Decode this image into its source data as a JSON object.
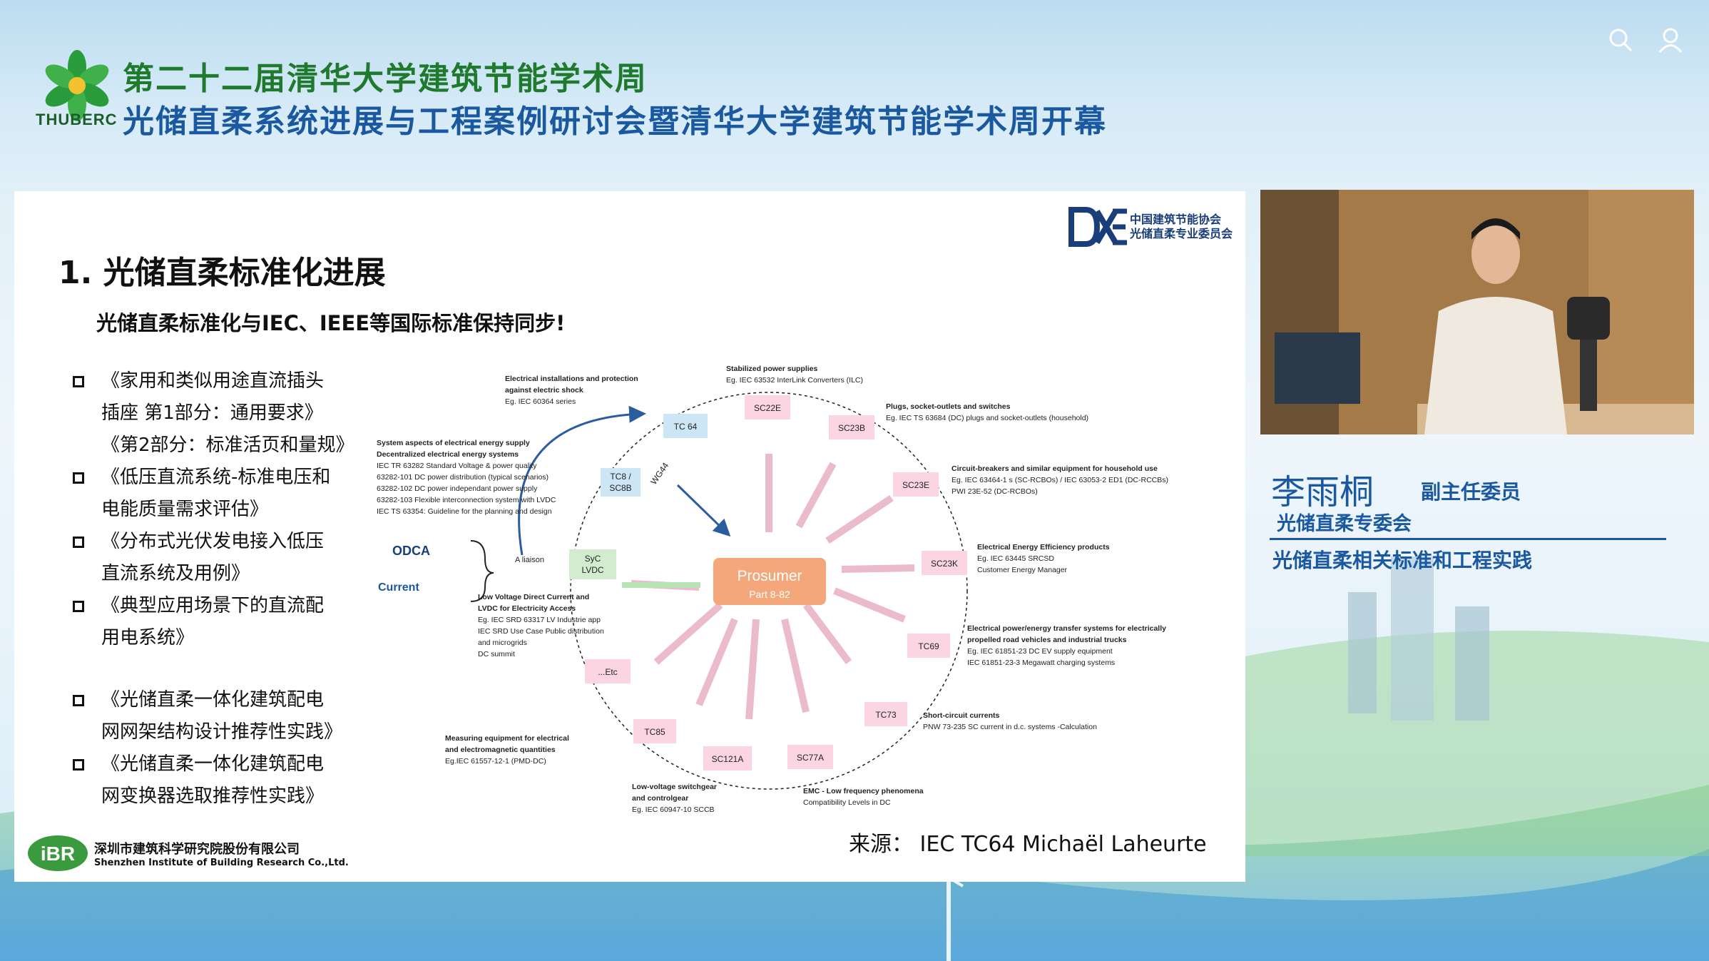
{
  "header": {
    "logo_text": "THUBERC",
    "title_line1": "第二十二届清华大学建筑节能学术周",
    "title_line2": "光储直柔系统进展与工程案例研讨会暨清华大学建筑节能学术周开幕"
  },
  "top_icons": [
    "search-icon",
    "user-icon"
  ],
  "slide": {
    "heading": "1.  光储直柔标准化进展",
    "subheading": "光储直柔标准化与IEC、IEEE等国际标准保持同步!",
    "bullets": [
      [
        "《家用和类似用途直流插头",
        "插座 第1部分：通用要求》",
        "《第2部分：标准活页和量规》"
      ],
      [
        "《低压直流系统-标准电压和",
        "电能质量需求评估》"
      ],
      [
        "《分布式光伏发电接入低压",
        "直流系统及用例》"
      ],
      [
        "《典型应用场景下的直流配",
        "用电系统》"
      ],
      [
        "《光储直柔一体化建筑配电",
        "网网架结构设计推荐性实践》"
      ],
      [
        "《光储直柔一体化建筑配电",
        "网变换器选取推荐性实践》"
      ]
    ],
    "source": "来源：  IEC TC64 Michaël Laheurte",
    "footer_logo_text": "iBR",
    "footer_cn": "深圳市建筑科学研究院股份有限公司",
    "footer_en": "Shenzhen Institute of Building Research Co.,Ltd.",
    "top_logo_cn1": "中国建筑节能协会",
    "top_logo_cn2": "光储直柔专业委员会"
  },
  "diagram": {
    "center_title": "Prosumer",
    "center_sub": "Part 8-82",
    "nodes": {
      "tc64": "TC 64",
      "sc22e": "SC22E",
      "sc23b": "SC23B",
      "sc23e": "SC23E",
      "sc23k": "SC23K",
      "tc69": "TC69",
      "tc73": "TC73",
      "sc77a": "SC77A",
      "sc121a": "SC121A",
      "tc85": "TC85",
      "etc": "...Etc",
      "tc8": "TC8 /",
      "sc8b": "SC8B",
      "syc": "SyC",
      "lvdc": "LVDC",
      "wg44": "WG44"
    },
    "liaison": "A liaison",
    "odca": "ODCA",
    "current": "Current",
    "annotations": {
      "a1": [
        "Electrical installations and protection",
        "against electric shock",
        "Eg. IEC 60364 series"
      ],
      "a2": [
        "Stabilized power supplies",
        "Eg. IEC 63532 InterLink Converters (ILC)"
      ],
      "a3": [
        "Plugs, socket-outlets and switches",
        "Eg. IEC TS 63684 (DC) plugs and socket-outlets (household)"
      ],
      "a4": [
        "Circuit-breakers and similar equipment for household use",
        "Eg. IEC 63464-1 s (SC-RCBOs) / IEC 63053-2 ED1 (DC-RCCBs)",
        "PWI 23E-52 (DC-RCBOs)"
      ],
      "a5": [
        "Electrical Energy Efficiency products",
        "Eg. IEC 63445 SRCSD",
        "Customer Energy Manager"
      ],
      "a6": [
        "Electrical power/energy transfer systems for electrically",
        "propelled road vehicles and industrial trucks",
        "Eg. IEC 61851-23 DC EV supply equipment",
        "IEC 61851-23-3 Megawatt charging systems"
      ],
      "a7": [
        "Short-circuit currents",
        "PNW 73-235 SC current in d.c. systems -Calculation"
      ],
      "a8": [
        "EMC - Low frequency phenomena",
        "Compatibility Levels in DC"
      ],
      "a9": [
        "Low-voltage switchgear",
        "and controlgear",
        "Eg. IEC 60947-10 SCCB"
      ],
      "a10": [
        "Measuring equipment for electrical",
        "and electromagnetic quantities",
        "Eg.IEC 61557-12-1 (PMD-DC)"
      ],
      "a11": [
        "Low Voltage Direct Current and",
        "LVDC for Electricity Access",
        "Eg. IEC SRD 63317 LV Industrie app",
        "IEC SRD Use Case Public distribution",
        "and microgrids",
        "DC summit"
      ],
      "a12": [
        "System aspects of electrical energy supply",
        "Decentralized electrical energy systems",
        "IEC TR 63282 Standard Voltage & power quality",
        "63282-101 DC power distribution (typical scenarios)",
        "63282-102  DC power independant power supply",
        "63282-103 Flexible interconnection system with LVDC",
        "IEC TS 63354: Guideline for the planning and design"
      ]
    }
  },
  "speaker": {
    "name": "李雨桐",
    "role": "副主任委员",
    "org": "光储直柔专委会",
    "topic": "光储直柔相关标准和工程实践"
  },
  "colors": {
    "green_title": "#1f7a2e",
    "blue_title": "#1a58a0",
    "node_pink": "#fbd6e2",
    "node_blue": "#cde6f5",
    "node_green": "#d3ecd0",
    "center_orange": "#f4a77a"
  }
}
